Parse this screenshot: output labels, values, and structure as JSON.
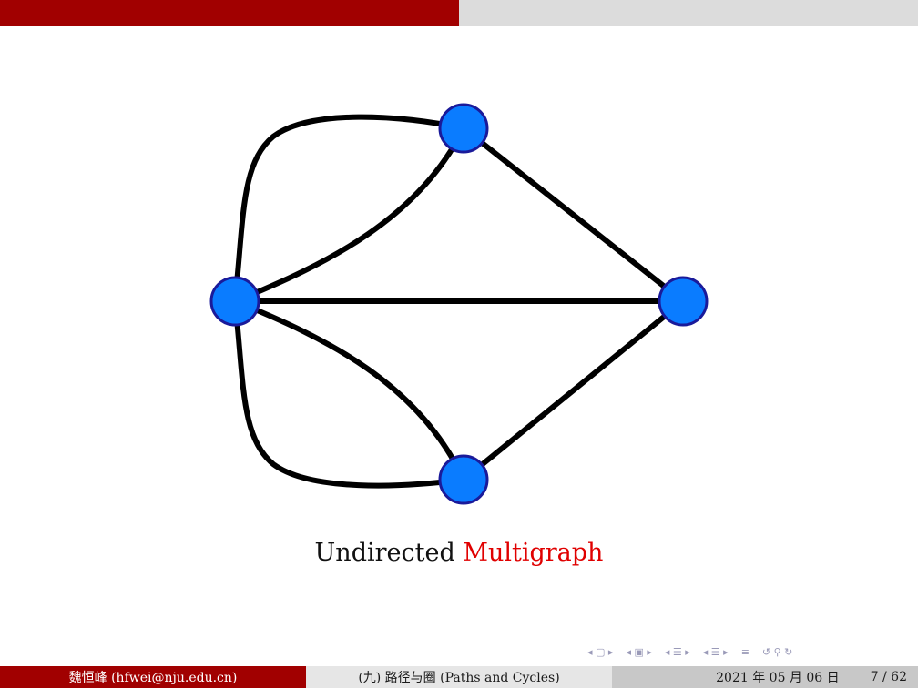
{
  "progress": {
    "fraction": 0.5
  },
  "diagram": {
    "nodes": [
      {
        "id": "top",
        "label": ""
      },
      {
        "id": "left",
        "label": ""
      },
      {
        "id": "right",
        "label": ""
      },
      {
        "id": "bottom",
        "label": ""
      }
    ],
    "edges": [
      {
        "from": "left",
        "to": "top",
        "style": "outer-curve"
      },
      {
        "from": "left",
        "to": "top",
        "style": "inner-curve"
      },
      {
        "from": "left",
        "to": "right",
        "style": "straight"
      },
      {
        "from": "left",
        "to": "bottom",
        "style": "inner-curve"
      },
      {
        "from": "left",
        "to": "bottom",
        "style": "outer-curve"
      },
      {
        "from": "top",
        "to": "right",
        "style": "straight"
      },
      {
        "from": "bottom",
        "to": "right",
        "style": "straight"
      }
    ],
    "node_fill": "#0a7cff",
    "node_stroke": "#1a1a9a",
    "edge_color": "#000000"
  },
  "caption": {
    "plain": "Undirected",
    "highlight": "Multigraph",
    "highlight_color": "#e00000"
  },
  "nav": {
    "icons": [
      "first-frame-icon",
      "prev-section-icon",
      "prev-subsection-icon",
      "next-subsection-icon",
      "search-icon",
      "zoom-icon"
    ]
  },
  "footer": {
    "author": "魏恒峰 (hfwei@nju.edu.cn)",
    "title": "(九) 路径与圈 (Paths and Cycles)",
    "date": "2021 年 05 月 06 日",
    "page": "7 / 62"
  },
  "colors": {
    "accent": "#a10000"
  }
}
